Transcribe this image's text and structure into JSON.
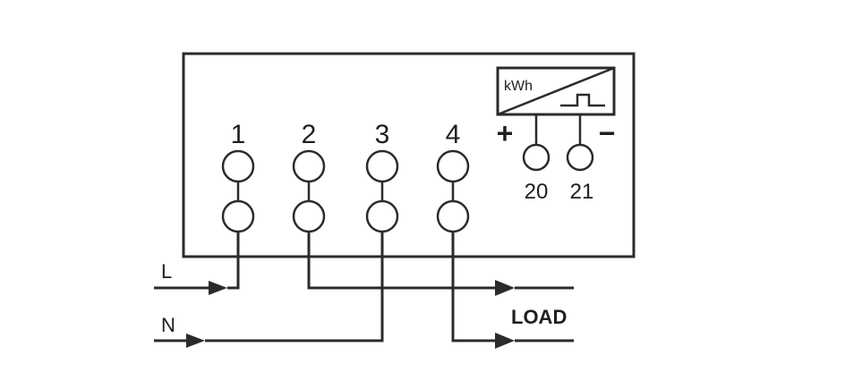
{
  "terminals": [
    {
      "id": "1",
      "label": "1"
    },
    {
      "id": "2",
      "label": "2"
    },
    {
      "id": "3",
      "label": "3"
    },
    {
      "id": "4",
      "label": "4"
    }
  ],
  "pulse_output": {
    "unit_label": "kWh",
    "plus_label": "+",
    "minus_label": "−",
    "terminals": [
      {
        "id": "20",
        "label": "20"
      },
      {
        "id": "21",
        "label": "21"
      }
    ]
  },
  "lines": {
    "live_label": "L",
    "neutral_label": "N",
    "load_label": "LOAD"
  },
  "colors": {
    "line": "#2b2b2b",
    "text": "#1f1f1f",
    "background": "#ffffff"
  }
}
